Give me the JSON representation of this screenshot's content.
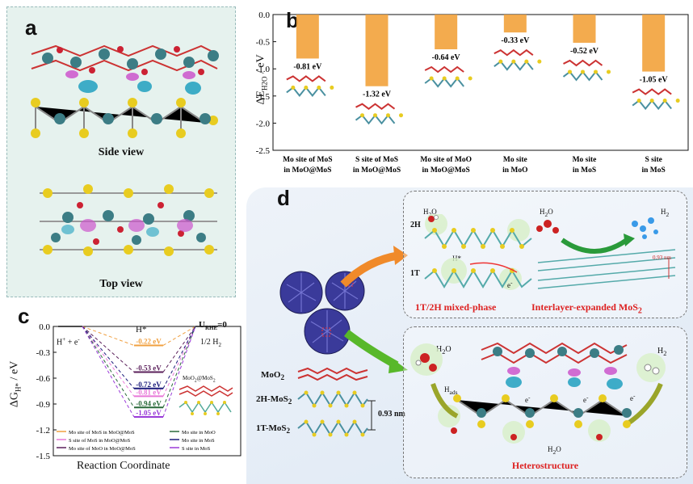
{
  "panel_a": {
    "letter": "a",
    "side_label": "Side view",
    "top_label": "Top view"
  },
  "panel_b": {
    "letter": "b"
  },
  "panel_c": {
    "letter": "c",
    "species": "H*",
    "urhe": "U",
    "urhe_sub": "RHE",
    "urhe_tail": "=0",
    "left_state": "H",
    "left_tail": " + e",
    "right_state": "1/2 H",
    "structure_label": "MoO",
    "structure_label_tail": "@MoS"
  },
  "panel_d": {
    "letter": "d",
    "layers": [
      "MoO",
      "2H-MoS",
      "1T-MoS"
    ],
    "gap": "0.93 nm",
    "gap_top": "0.93 nm",
    "mixed_phase": "1T/2H mixed-phase",
    "interlayer": "Interlayer-expanded MoS",
    "heterostructure": "Heterostructure",
    "h2o": "H",
    "h2": "H",
    "label_2h": "2H",
    "label_1t": "1T",
    "hstar": "H*",
    "hads": "H",
    "e": "e"
  },
  "chart_data": [
    {
      "type": "bar",
      "ylabel": "ΔE",
      "ylabel_sub": "H2O",
      "ylabel_tail": " / eV",
      "ylim": [
        -2.5,
        0.0
      ],
      "yticks": [
        0.0,
        -0.5,
        -1.0,
        -1.5,
        -2.0,
        -2.5
      ],
      "categories": [
        [
          "Mo site of MoS",
          "in MoO@MoS"
        ],
        [
          "S site of MoS",
          "in MoO@MoS"
        ],
        [
          "Mo site of MoO",
          "in MoO@MoS"
        ],
        [
          "Mo site",
          "in MoO"
        ],
        [
          "Mo site",
          "in MoS"
        ],
        [
          "S site",
          "in MoS"
        ]
      ],
      "values": [
        -0.81,
        -1.32,
        -0.64,
        -0.33,
        -0.52,
        -1.05
      ],
      "value_labels": [
        "-0.81 eV",
        "-1.32 eV",
        "-0.64 eV",
        "-0.33 eV",
        "-0.52 eV",
        "-1.05 eV"
      ],
      "bar_color": "#f2a23b"
    },
    {
      "type": "line",
      "xlabel": "Reaction Coordinate",
      "ylabel": "ΔG",
      "ylabel_sub": "H*",
      "ylabel_tail": " / eV",
      "ylim": [
        -1.5,
        0.0
      ],
      "yticks": [
        0.0,
        -0.3,
        -0.6,
        -0.9,
        -1.2,
        -1.5
      ],
      "series": [
        {
          "name": "Mo site of MoS in MoO@MoS",
          "value": -0.22,
          "label": "-0.22 eV",
          "color": "#f0a040"
        },
        {
          "name": "S site of MoS in MoO@MoS",
          "value": -0.81,
          "label": "-0.81 eV",
          "color": "#e878d8"
        },
        {
          "name": "Mo site of MoO in MoO@MoS",
          "value": -0.53,
          "label": "-0.53 eV",
          "color": "#5a1f5a"
        },
        {
          "name": "Mo site in MoO",
          "value": -0.94,
          "label": "-0.94 eV",
          "color": "#2a6a3a"
        },
        {
          "name": "Mo site in MoS",
          "value": -0.72,
          "label": "-0.72 eV",
          "color": "#1a1a7a"
        },
        {
          "name": "S site in MoS",
          "value": -1.05,
          "label": "-1.05 eV",
          "color": "#9a3ad8"
        }
      ]
    }
  ]
}
